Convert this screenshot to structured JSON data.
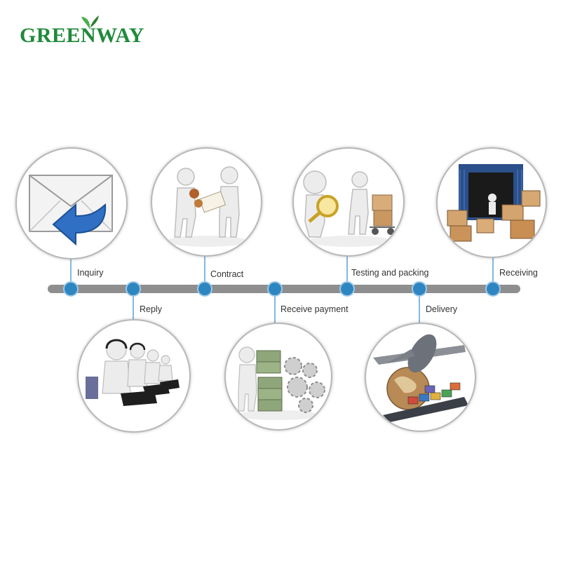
{
  "brand": {
    "name": "GREENWAY",
    "colors": {
      "brand_green": "#1f8a3b",
      "timeline_gray": "#8e8e8e",
      "node_blue": "#2e86c1"
    }
  },
  "steps": [
    {
      "id": "inquiry",
      "label": "Inquiry",
      "icon": "envelope-reply-icon"
    },
    {
      "id": "reply",
      "label": "Reply",
      "icon": "call-center-icon"
    },
    {
      "id": "contract",
      "label": "Contract",
      "icon": "handshake-contract-icon"
    },
    {
      "id": "receive_payment",
      "label": "Receive payment",
      "icon": "money-gears-icon"
    },
    {
      "id": "testing_packing",
      "label": "Testing and packing",
      "icon": "magnifier-boxes-icon"
    },
    {
      "id": "delivery",
      "label": "Delivery",
      "icon": "plane-ship-globe-icon"
    },
    {
      "id": "receiving",
      "label": "Receiving",
      "icon": "container-boxes-icon"
    }
  ]
}
